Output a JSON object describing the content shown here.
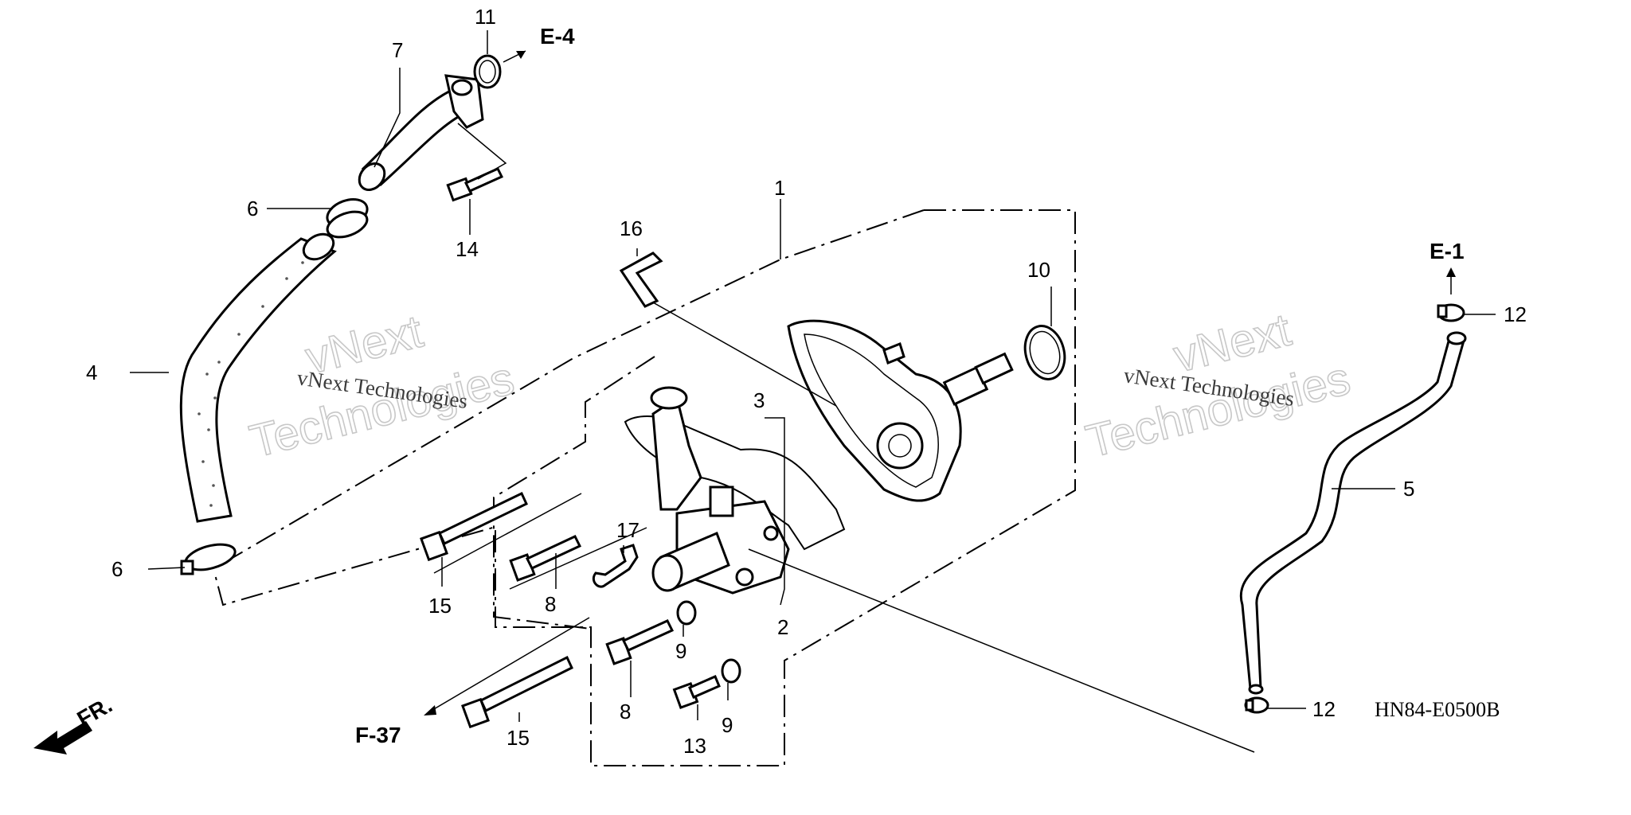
{
  "callouts": {
    "c1": "1",
    "c2": "2",
    "c3": "3",
    "c4": "4",
    "c5": "5",
    "c6a": "6",
    "c6b": "6",
    "c7": "7",
    "c8a": "8",
    "c8b": "8",
    "c9a": "9",
    "c9b": "9",
    "c10": "10",
    "c11": "11",
    "c12a": "12",
    "c12b": "12",
    "c13": "13",
    "c14": "14",
    "c15a": "15",
    "c15b": "15",
    "c16": "16",
    "c17": "17"
  },
  "references": {
    "e4": "E-4",
    "e1": "E-1",
    "f37": "F-37",
    "fr": "FR."
  },
  "diagram_code": "HN84-E0500B",
  "watermarks": {
    "small_left": "vNext Technologies",
    "small_right": "vNext Technologies",
    "big_line1": "vNext",
    "big_line2": "Technologies"
  }
}
